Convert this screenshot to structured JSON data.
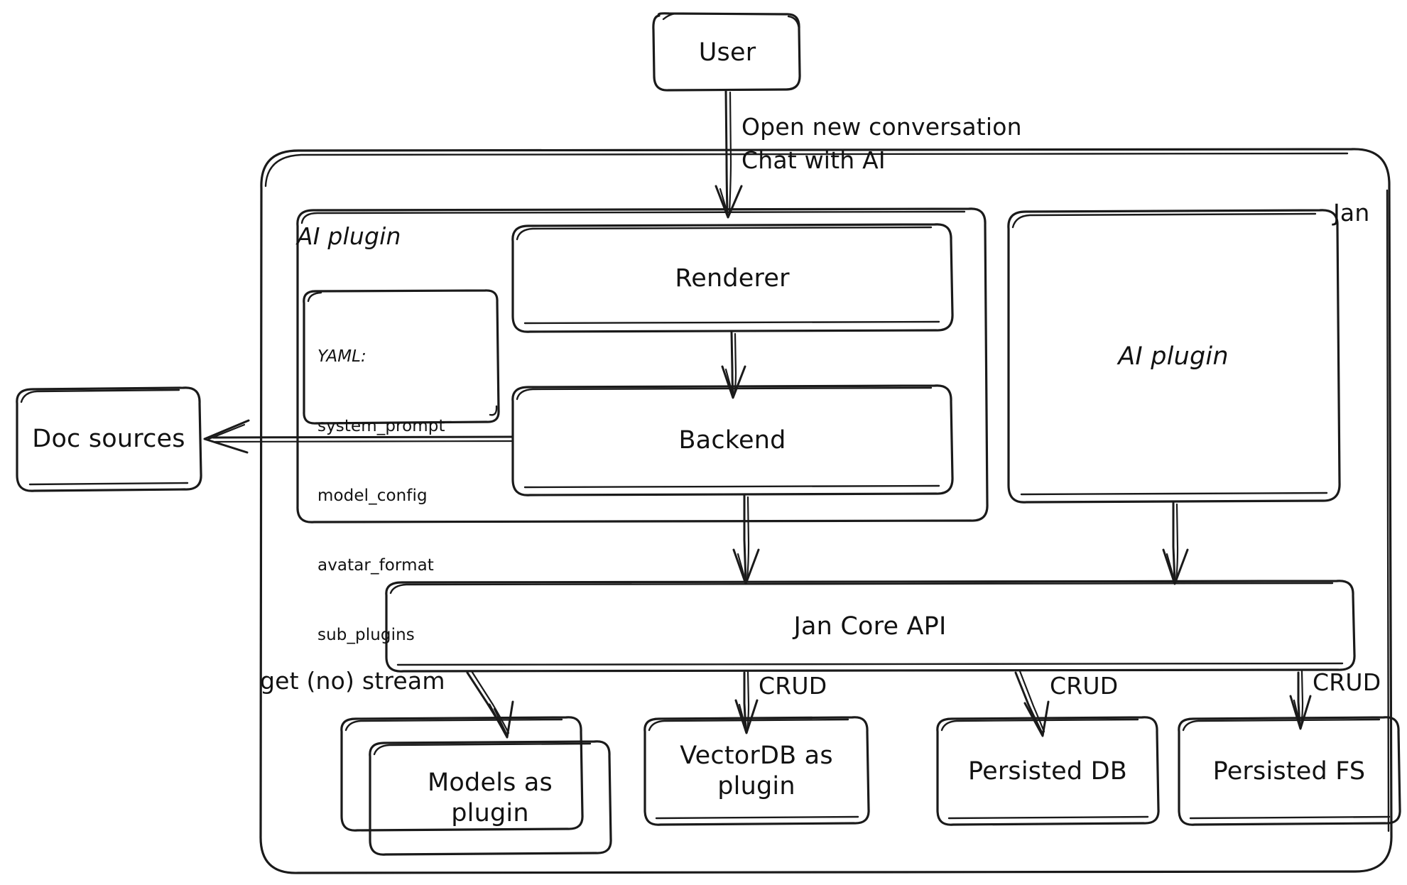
{
  "diagram": {
    "title": "Jan architecture sketch",
    "style": "hand-drawn whiteboard sketch, black ink on white",
    "stroke_color": "#1a1a1a",
    "background_color": "#ffffff",
    "nodes": {
      "user": {
        "label": "User"
      },
      "jan_container": {
        "label": "Jan"
      },
      "ai_plugin_group": {
        "label": "AI plugin"
      },
      "yaml_box": {
        "head": "YAML:",
        "items": [
          "system_prompt",
          "model_config",
          "avatar_format",
          "sub_plugins"
        ]
      },
      "renderer": {
        "label": "Renderer"
      },
      "backend": {
        "label": "Backend"
      },
      "ai_plugin_right": {
        "label": "AI plugin"
      },
      "doc_sources": {
        "label": "Doc sources"
      },
      "jan_core_api": {
        "label": "Jan Core API"
      },
      "models_as_plugin": {
        "line1": "Models as",
        "line2": "plugin"
      },
      "vectordb_as_plugin": {
        "line1": "VectorDB as",
        "line2": "plugin"
      },
      "persisted_db": {
        "label": "Persisted DB"
      },
      "persisted_fs": {
        "label": "Persisted FS"
      }
    },
    "edge_labels": {
      "user_to_renderer_line1": "Open new conversation",
      "user_to_renderer_line2": "Chat with AI",
      "api_to_models": "get (no) stream",
      "api_to_vectordb": "CRUD",
      "api_to_persisted_db": "CRUD",
      "api_to_persisted_fs": "CRUD"
    },
    "edges": [
      {
        "from": "user",
        "to": "renderer",
        "label": "Open new conversation / Chat with AI"
      },
      {
        "from": "renderer",
        "to": "backend",
        "label": ""
      },
      {
        "from": "backend",
        "to": "doc_sources",
        "label": ""
      },
      {
        "from": "backend",
        "to": "jan_core_api",
        "label": ""
      },
      {
        "from": "ai_plugin_right",
        "to": "jan_core_api",
        "label": ""
      },
      {
        "from": "jan_core_api",
        "to": "models_as_plugin",
        "label": "get (no) stream"
      },
      {
        "from": "jan_core_api",
        "to": "vectordb_as_plugin",
        "label": "CRUD"
      },
      {
        "from": "jan_core_api",
        "to": "persisted_db",
        "label": "CRUD"
      },
      {
        "from": "jan_core_api",
        "to": "persisted_fs",
        "label": "CRUD"
      }
    ]
  }
}
